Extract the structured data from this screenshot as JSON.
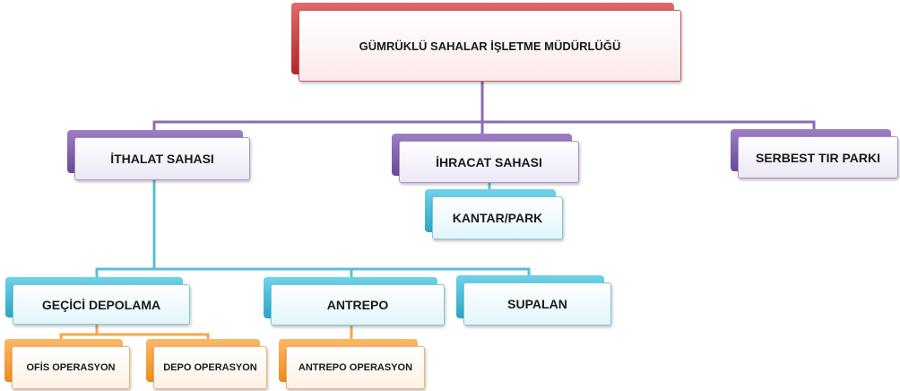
{
  "diagram": {
    "root": {
      "label": "GÜMRÜKLÜ SAHALAR İŞLETME MÜDÜRLÜĞÜ"
    },
    "level1": [
      {
        "label": "İTHALAT SAHASI"
      },
      {
        "label": "İHRACAT SAHASI"
      },
      {
        "label": "SERBEST TIR PARKI"
      }
    ],
    "ihracat_children": [
      {
        "label": "KANTAR/PARK"
      }
    ],
    "ithalat_children": [
      {
        "label": "GEÇİCİ  DEPOLAMA"
      },
      {
        "label": "ANTREPO"
      },
      {
        "label": "SUPALAN"
      }
    ],
    "gecici_children": [
      {
        "label": "OFİS OPERASYON"
      },
      {
        "label": "DEPO OPERASYON"
      }
    ],
    "antrepo_children": [
      {
        "label": "ANTREPO  OPERASYON"
      }
    ],
    "colors": {
      "root": "#c0392b",
      "level1": "#7b55a8",
      "level2": "#3ab5d3",
      "level3": "#f39a2e"
    }
  }
}
